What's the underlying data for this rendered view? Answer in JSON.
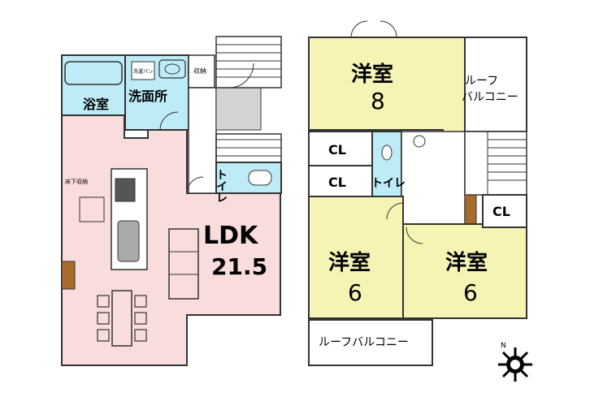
{
  "floor1": {
    "bath_label": "浴室",
    "washroom_label": "洗面所",
    "laundry_pan_label": "洗濯パン",
    "storage_label": "収納",
    "underfloor_storage_label": "床下収納",
    "toilet_label": "トイレ",
    "ldk_label": "LDK",
    "ldk_size": "21.5"
  },
  "floor2": {
    "room_a_label": "洋室",
    "room_a_size": "8",
    "roof_balcony_top_line1": "ルーフ",
    "roof_balcony_top_line2": "バルコニー",
    "cl_1": "CL",
    "cl_2": "CL",
    "cl_3": "CL",
    "toilet_label": "トイレ",
    "room_b_label": "洋室",
    "room_b_size": "6",
    "room_c_label": "洋室",
    "room_c_size": "6",
    "roof_balcony_bottom": "ルーフバルコニー"
  },
  "compass": {
    "north_label": "N"
  },
  "colors": {
    "ldk": "#f9dcdc",
    "western_room": "#f6f4b4",
    "wet_area": "#bdecf7",
    "floor_gray": "#d4d4d4",
    "door_brown": "#a86b2c",
    "wall": "#333333"
  }
}
